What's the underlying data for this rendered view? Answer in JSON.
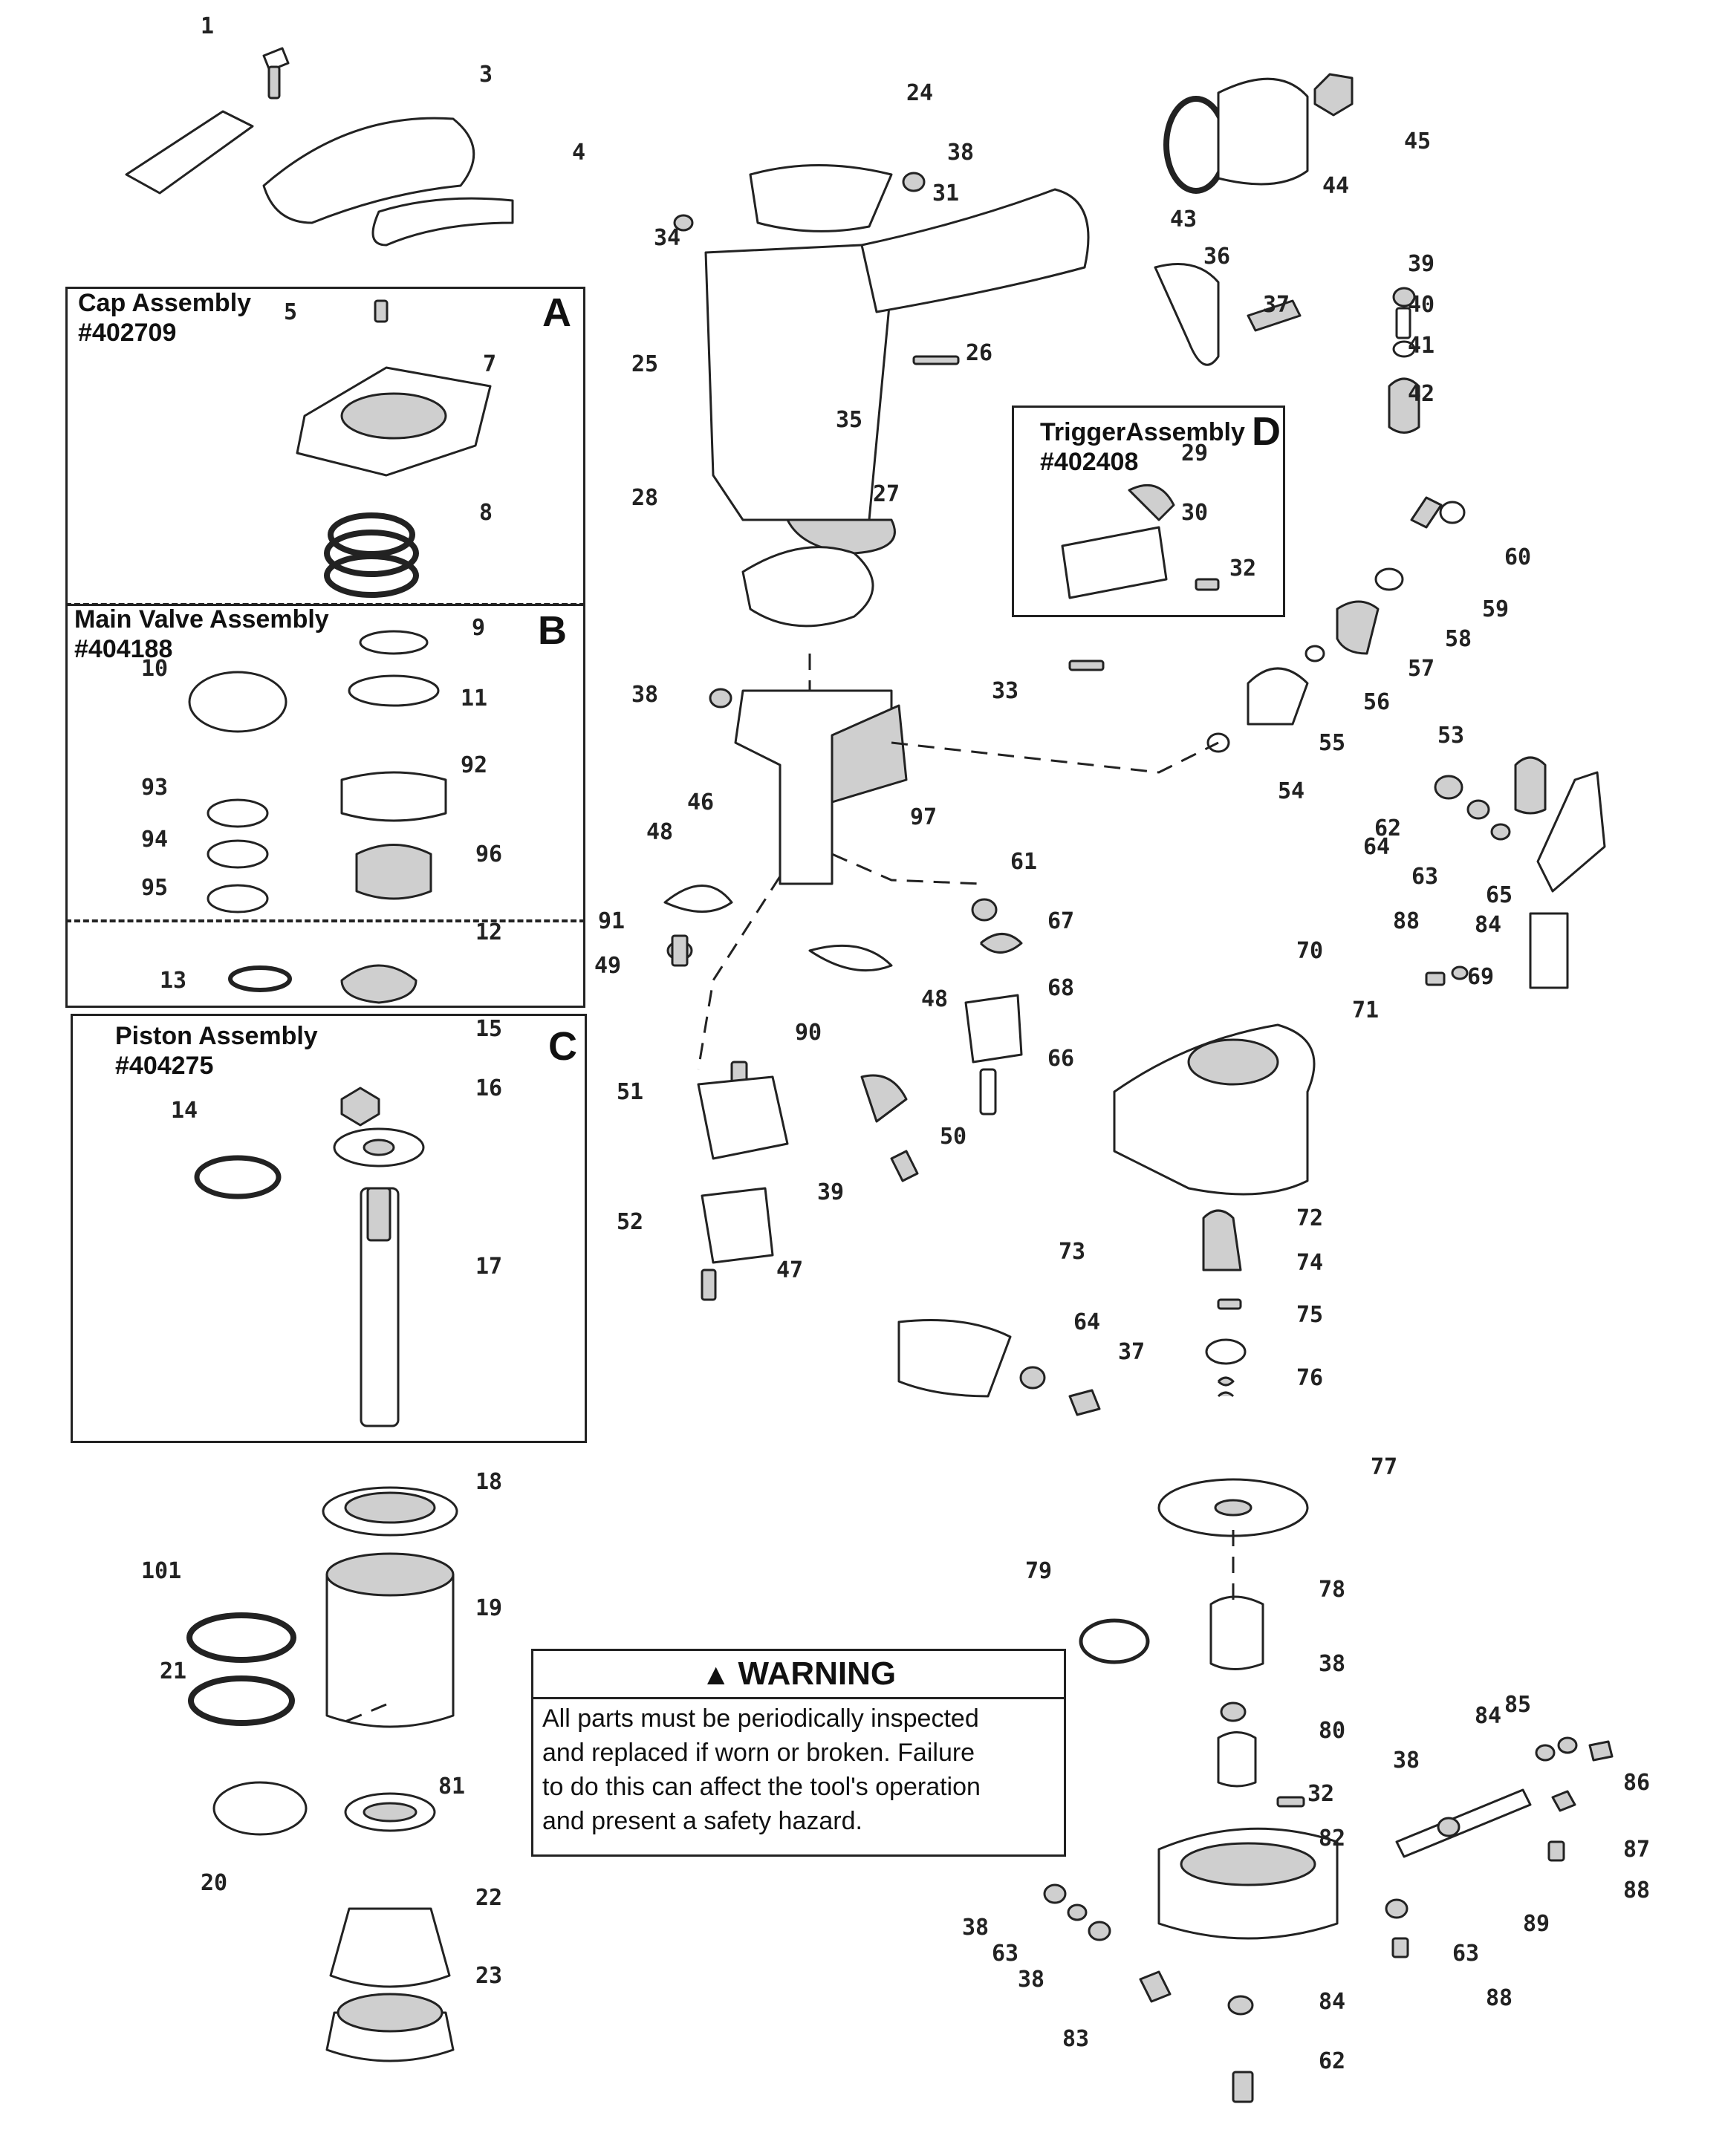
{
  "title": "",
  "boxes": {
    "cap": {
      "title": "Cap Assembly",
      "number": "#402709",
      "letter": "A"
    },
    "main_valve": {
      "title": "Main Valve Assembly",
      "number": "#404188",
      "letter": "B"
    },
    "piston": {
      "title": "Piston Assembly",
      "number": "#404275",
      "letter": "C"
    },
    "trigger": {
      "title": "TriggerAssembly",
      "number": "#402408",
      "letter": "D"
    }
  },
  "warning": {
    "heading": "WARNING",
    "lines": [
      "All parts must be periodically inspected",
      "and replaced if worn or broken.  Failure",
      "to do this can affect the tool's operation",
      "and present a safety hazard."
    ]
  },
  "part_labels": [
    "1",
    "3",
    "4",
    "5",
    "7",
    "8",
    "9",
    "10",
    "11",
    "92",
    "93",
    "94",
    "95",
    "96",
    "12",
    "13",
    "15",
    "16",
    "14",
    "17",
    "18",
    "101",
    "19",
    "21",
    "81",
    "20",
    "22",
    "23",
    "24",
    "38",
    "34",
    "31",
    "25",
    "26",
    "35",
    "27",
    "28",
    "38",
    "46",
    "97",
    "48",
    "91",
    "49",
    "48",
    "90",
    "51",
    "50",
    "39",
    "52",
    "47",
    "73",
    "64",
    "37",
    "43",
    "44",
    "45",
    "36",
    "37",
    "39",
    "40",
    "41",
    "42",
    "29",
    "30",
    "32",
    "60",
    "59",
    "58",
    "57",
    "56",
    "55",
    "54",
    "33",
    "53",
    "62",
    "64",
    "63",
    "65",
    "61",
    "67",
    "68",
    "66",
    "88",
    "84",
    "69",
    "70",
    "71",
    "72",
    "74",
    "75",
    "76",
    "77",
    "79",
    "78",
    "38",
    "80",
    "32",
    "82",
    "38",
    "63",
    "38",
    "83",
    "84",
    "62",
    "84",
    "85",
    "86",
    "87",
    "88",
    "89",
    "63",
    "88",
    "38"
  ],
  "colors": {
    "line": "#222222",
    "fill": "#ffffff",
    "shade": "#cfcfcf"
  },
  "handwritten_labels": [
    "101",
    "81",
    "20",
    "32",
    "82"
  ]
}
